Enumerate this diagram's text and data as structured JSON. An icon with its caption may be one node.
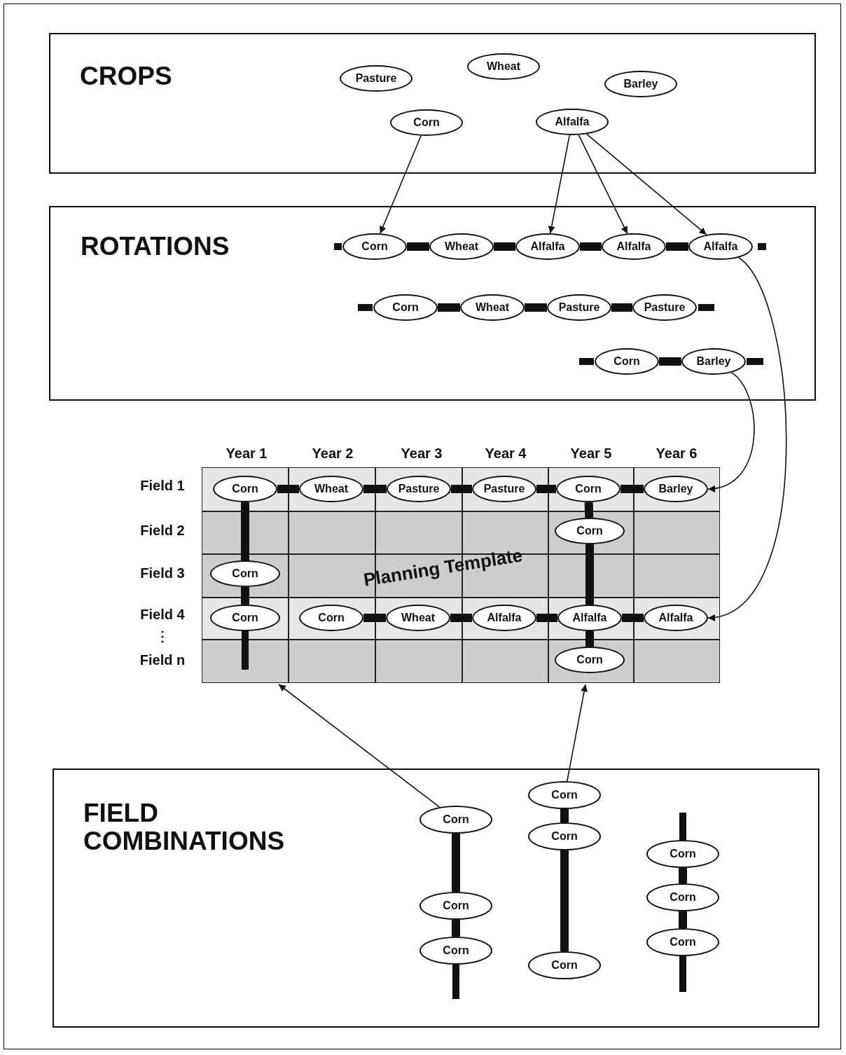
{
  "diagram": {
    "nodes": [
      {
        "text": [
          "CROPS"
        ]
      },
      {
        "text": [
          "Pasture"
        ],
        "in": 0
      },
      {
        "text": [
          "Wheat"
        ],
        "in": 0
      },
      {
        "text": [
          "Barley"
        ],
        "in": 0
      },
      {
        "text": [
          "Corn"
        ],
        "in": 0
      },
      {
        "text": [
          "Alfalfa"
        ],
        "in": 0
      },
      {
        "text": [
          "ROTATIONS"
        ]
      },
      {
        "text": [
          "Corn"
        ],
        "in": 6
      },
      {
        "text": [
          "Wheat"
        ],
        "in": 6
      },
      {
        "text": [
          "Alfalfa"
        ],
        "in": 6
      },
      {
        "text": [
          "Alfalfa"
        ],
        "in": 6
      },
      {
        "text": [
          "Alfalfa"
        ],
        "in": 6
      },
      {
        "text": [
          "Corn"
        ],
        "in": 6
      },
      {
        "text": [
          "Wheat"
        ],
        "in": 6
      },
      {
        "text": [
          "Pasture"
        ],
        "in": 6
      },
      {
        "text": [
          "Pasture"
        ],
        "in": 6
      },
      {
        "text": [
          "Corn"
        ],
        "in": 6
      },
      {
        "text": [
          "Barley"
        ],
        "in": 6
      },
      {
        "text": [
          "Planning Template"
        ]
      },
      {
        "text": [
          "Corn"
        ],
        "in": 18
      },
      {
        "text": [
          "Wheat"
        ],
        "in": 18
      },
      {
        "text": [
          "Pasture"
        ],
        "in": 18
      },
      {
        "text": [
          "Pasture"
        ],
        "in": 18
      },
      {
        "text": [
          "Corn"
        ],
        "in": 18
      },
      {
        "text": [
          "Barley"
        ],
        "in": 18
      },
      {
        "text": [
          "Corn"
        ],
        "in": 18
      },
      {
        "text": [
          "Corn"
        ],
        "in": 18
      },
      {
        "text": [
          "Corn"
        ],
        "in": 18
      },
      {
        "text": [
          "Corn"
        ],
        "in": 18
      },
      {
        "text": [
          "Wheat"
        ],
        "in": 18
      },
      {
        "text": [
          "Alfalfa"
        ],
        "in": 18
      },
      {
        "text": [
          "Alfalfa"
        ],
        "in": 18
      },
      {
        "text": [
          "Alfalfa"
        ],
        "in": 18
      },
      {
        "text": [
          "Corn"
        ],
        "in": 18
      },
      {
        "text": [
          "FIELD COMBINATIONS"
        ]
      },
      {
        "text": [
          "Corn"
        ],
        "in": 34
      },
      {
        "text": [
          "Corn"
        ],
        "in": 34
      },
      {
        "text": [
          "Corn"
        ],
        "in": 34
      },
      {
        "text": [
          "Corn"
        ],
        "in": 34
      },
      {
        "text": [
          "Corn"
        ],
        "in": 34
      },
      {
        "text": [
          "Corn"
        ],
        "in": 34
      },
      {
        "text": [
          "Corn"
        ],
        "in": 34
      },
      {
        "text": [
          "Corn"
        ],
        "in": 34
      },
      {
        "text": [
          "Corn"
        ],
        "in": 34
      }
    ],
    "edges": [
      {
        "from": 4,
        "to": 7,
        "arrow": "to"
      },
      {
        "from": 5,
        "to": 9,
        "arrow": "to"
      },
      {
        "from": 5,
        "to": 10,
        "arrow": "to"
      },
      {
        "from": 5,
        "to": 11,
        "arrow": "to"
      },
      {
        "from": 7,
        "to": 8,
        "arrow": "none"
      },
      {
        "from": 8,
        "to": 9,
        "arrow": "none"
      },
      {
        "from": 9,
        "to": 10,
        "arrow": "none"
      },
      {
        "from": 10,
        "to": 11,
        "arrow": "none"
      },
      {
        "from": 12,
        "to": 13,
        "arrow": "none"
      },
      {
        "from": 13,
        "to": 14,
        "arrow": "none"
      },
      {
        "from": 14,
        "to": 15,
        "arrow": "none"
      },
      {
        "from": 16,
        "to": 17,
        "arrow": "none"
      },
      {
        "from": 11,
        "to": 32,
        "arrow": "to"
      },
      {
        "from": 17,
        "to": 24,
        "arrow": "to"
      },
      {
        "from": 19,
        "to": 20,
        "arrow": "none"
      },
      {
        "from": 20,
        "to": 21,
        "arrow": "none"
      },
      {
        "from": 21,
        "to": 22,
        "arrow": "none"
      },
      {
        "from": 22,
        "to": 23,
        "arrow": "none"
      },
      {
        "from": 23,
        "to": 24,
        "arrow": "none"
      },
      {
        "from": 19,
        "to": 26,
        "arrow": "none"
      },
      {
        "from": 26,
        "to": 27,
        "arrow": "none"
      },
      {
        "from": 23,
        "to": 25,
        "arrow": "none"
      },
      {
        "from": 25,
        "to": 31,
        "arrow": "none"
      },
      {
        "from": 31,
        "to": 33,
        "arrow": "none"
      },
      {
        "from": 28,
        "to": 29,
        "arrow": "none"
      },
      {
        "from": 29,
        "to": 30,
        "arrow": "none"
      },
      {
        "from": 30,
        "to": 31,
        "arrow": "none"
      },
      {
        "from": 31,
        "to": 32,
        "arrow": "none"
      },
      {
        "from": 35,
        "to": 18,
        "arrow": "to"
      },
      {
        "from": 38,
        "to": 18,
        "arrow": "to"
      },
      {
        "from": 35,
        "to": 36,
        "arrow": "none"
      },
      {
        "from": 36,
        "to": 37,
        "arrow": "none"
      },
      {
        "from": 38,
        "to": 39,
        "arrow": "none"
      },
      {
        "from": 39,
        "to": 40,
        "arrow": "none"
      },
      {
        "from": 41,
        "to": 42,
        "arrow": "none"
      },
      {
        "from": 42,
        "to": 43,
        "arrow": "none"
      }
    ],
    "labels": [
      "Year 1",
      "Year 2",
      "Year 3",
      "Year 4",
      "Year 5",
      "Year 6",
      "Field 1",
      "Field 2",
      "Field 3",
      "Field 4",
      "⋮",
      "Field n"
    ]
  }
}
